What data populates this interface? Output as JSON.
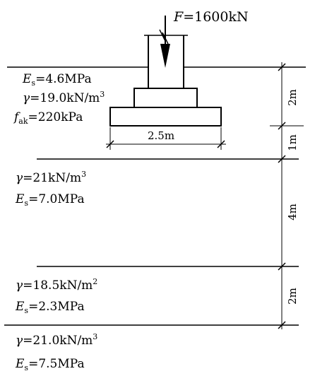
{
  "load": {
    "var": "F",
    "value": "=1600kN"
  },
  "layer1": {
    "Es_sym": "E",
    "Es_sub": "s",
    "Es_val": "=4.6MPa",
    "gamma_sym": "γ",
    "gamma_val": "=19.0kN/m",
    "gamma_exp": "3",
    "fak_sym": "f",
    "fak_sub": "ak",
    "fak_val": "=220kPa"
  },
  "footing_width": "2.5m",
  "layer2": {
    "gamma_sym": "γ",
    "gamma_val": "=21kN/m",
    "gamma_exp": "3",
    "Es_sym": "E",
    "Es_sub": "s",
    "Es_val": "=7.0MPa"
  },
  "layer3": {
    "gamma_sym": "γ",
    "gamma_val": "=18.5kN/m",
    "gamma_exp": "2",
    "Es_sym": "E",
    "Es_sub": "s",
    "Es_val": "=2.3MPa"
  },
  "layer4": {
    "gamma_sym": "γ",
    "gamma_val": "=21.0kN/m",
    "gamma_exp": "3",
    "Es_sym": "E",
    "Es_sub": "s",
    "Es_val": "=7.5MPa"
  },
  "dimensions": {
    "d1": "2m",
    "d2": "1m",
    "d3": "4m",
    "d4": "2m"
  }
}
